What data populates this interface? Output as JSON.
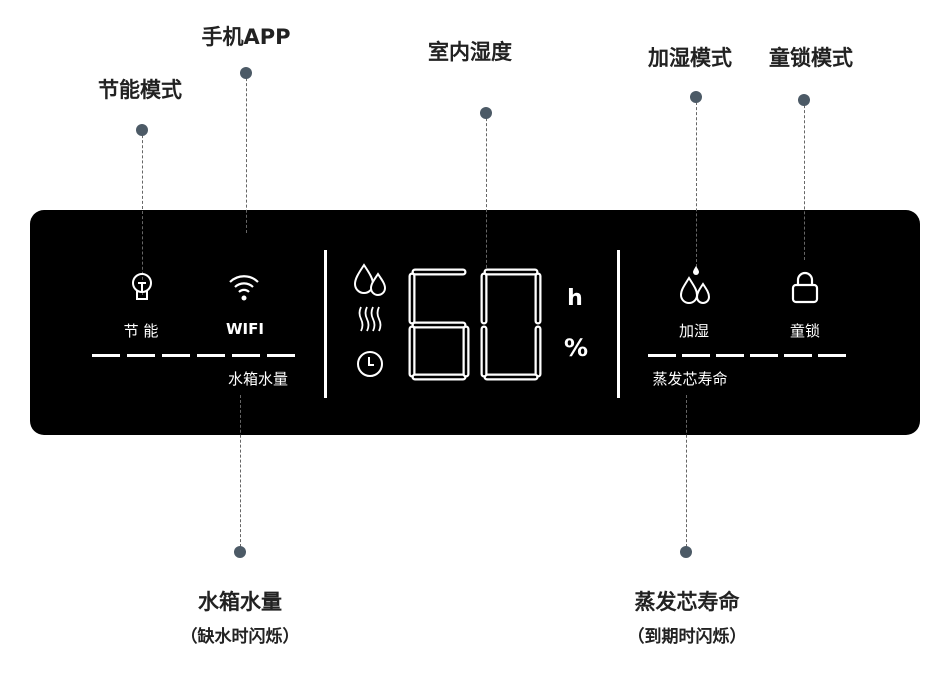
{
  "callouts": {
    "energy_mode": "节能模式",
    "app": "手机APP",
    "indoor_humidity": "室内湿度",
    "humidify_mode": "加湿模式",
    "child_lock_mode": "童锁模式",
    "tank_level": "水箱水量",
    "tank_note": "（缺水时闪烁）",
    "wick_life": "蒸发芯寿命",
    "wick_note": "（到期时闪烁）"
  },
  "panel": {
    "energy_label": "节 能",
    "wifi_label": "WIFI",
    "tank_label": "水箱水量",
    "display_value": "60",
    "unit_h": "h",
    "unit_percent": "%",
    "humidify_label": "加湿",
    "lock_label": "童锁",
    "wick_label": "蒸发芯寿命"
  },
  "colors": {
    "panel": "#000000",
    "dot": "#4c5a66"
  }
}
